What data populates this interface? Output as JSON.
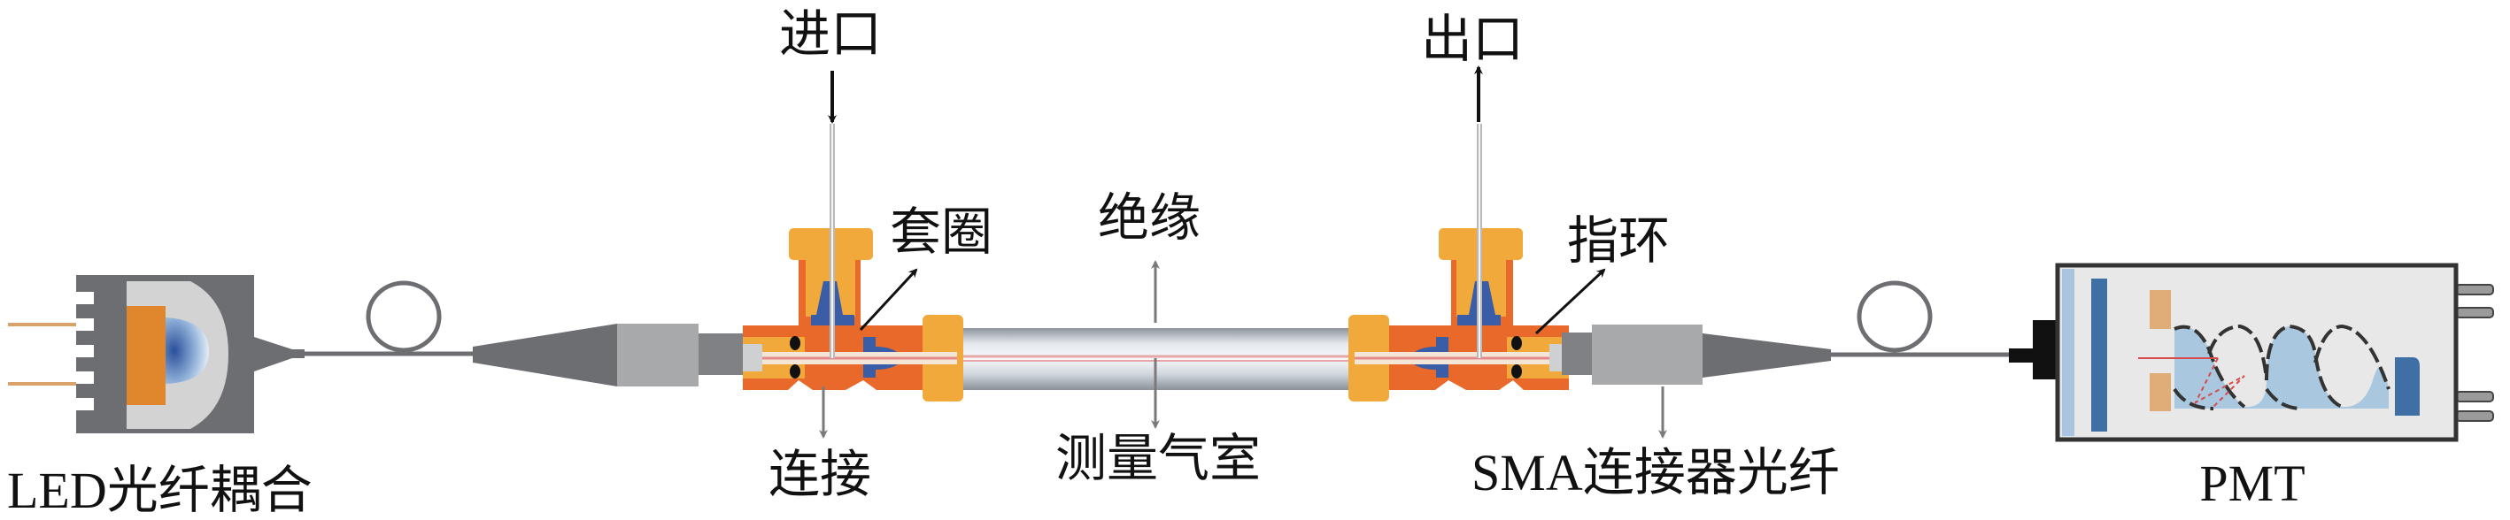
{
  "labels": {
    "inlet": "进口",
    "outlet": "出口",
    "ferrule": "套圈",
    "insulation": "绝缘",
    "finger_ring": "指环",
    "connection": "连接",
    "measurement_cell": "测量气室",
    "sma_fiber": "SMA连接器光纤",
    "led_coupling": "LED光纤耦合",
    "pmt": "PMT"
  },
  "colors": {
    "fitting_orange": "#e8692a",
    "fitting_yellow": "#f2a93b",
    "ferrule_blue": "#3a5da8",
    "connector_gray": "#a8a9ab",
    "dark_gray": "#6d6e71",
    "pmt_blue": "#3f6fa5"
  }
}
